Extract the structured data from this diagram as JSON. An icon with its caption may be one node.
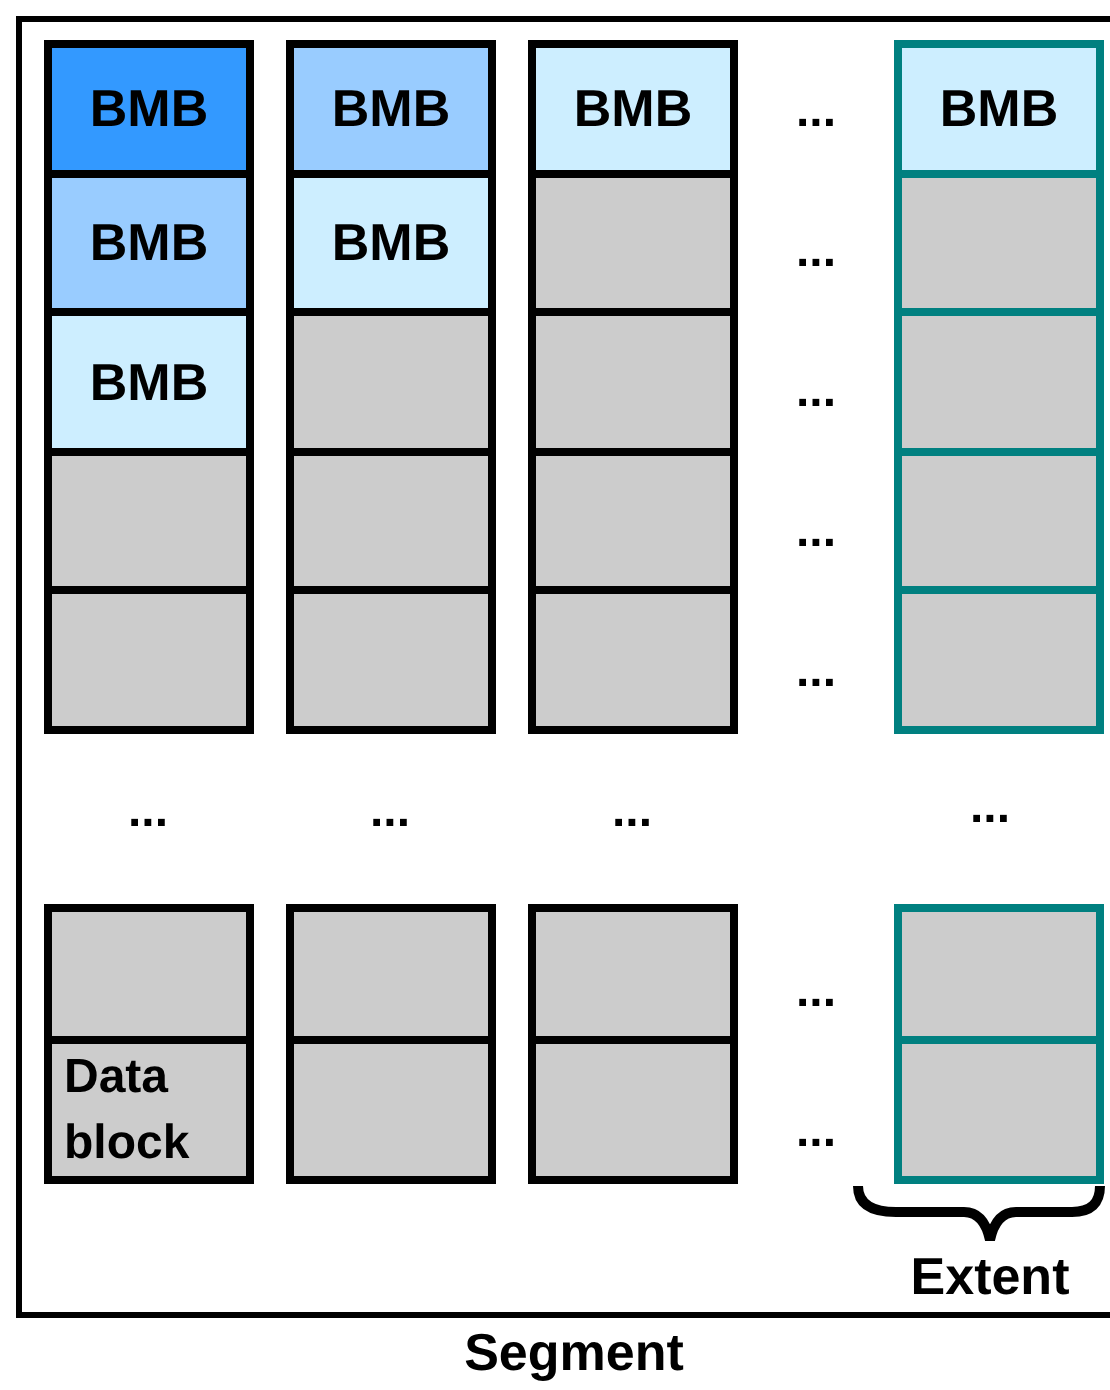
{
  "diagram": {
    "nodes": [
      {
        "text": [
          "Segment"
        ]
      },
      {
        "text": [
          "BMB"
        ],
        "in": 0
      },
      {
        "text": [
          "BMB"
        ],
        "in": 0
      },
      {
        "text": [
          "BMB"
        ],
        "in": 0
      },
      {
        "text": [
          "BMB"
        ],
        "in": 0
      },
      {
        "text": [
          "BMB"
        ],
        "in": 0
      },
      {
        "text": [
          "BMB"
        ],
        "in": 0
      },
      {
        "text": [],
        "shape": "box",
        "in": 0
      },
      {
        "text": [],
        "shape": "box",
        "in": 0
      },
      {
        "text": [
          "BMB"
        ],
        "in": 0
      },
      {
        "text": [],
        "shape": "box",
        "in": 0
      },
      {
        "text": [],
        "shape": "box",
        "in": 0
      },
      {
        "text": [],
        "shape": "box",
        "in": 0
      },
      {
        "text": [],
        "shape": "box",
        "in": 0
      },
      {
        "text": [],
        "shape": "box",
        "in": 0
      },
      {
        "text": [],
        "shape": "box",
        "in": 0
      },
      {
        "text": [],
        "shape": "box",
        "in": 0
      },
      {
        "text": [],
        "shape": "box",
        "in": 0
      },
      {
        "text": [],
        "shape": "box",
        "in": 0
      },
      {
        "text": [],
        "shape": "box",
        "in": 0
      },
      {
        "text": [],
        "shape": "box",
        "in": 0
      },
      {
        "text": [],
        "shape": "box",
        "in": 0
      },
      {
        "text": [],
        "shape": "box",
        "in": 0
      },
      {
        "text": [],
        "shape": "box",
        "in": 0
      },
      {
        "text": [],
        "shape": "box",
        "in": 0
      },
      {
        "text": [
          "Data block"
        ],
        "in": 0
      },
      {
        "text": [],
        "shape": "box",
        "in": 0
      },
      {
        "text": [],
        "shape": "box",
        "in": 0
      },
      {
        "text": [],
        "shape": "box",
        "in": 0
      }
    ],
    "labels": [
      "...",
      "...",
      "...",
      "...",
      "...",
      "...",
      "...",
      "...",
      "...",
      "...",
      "...",
      "Extent"
    ]
  }
}
